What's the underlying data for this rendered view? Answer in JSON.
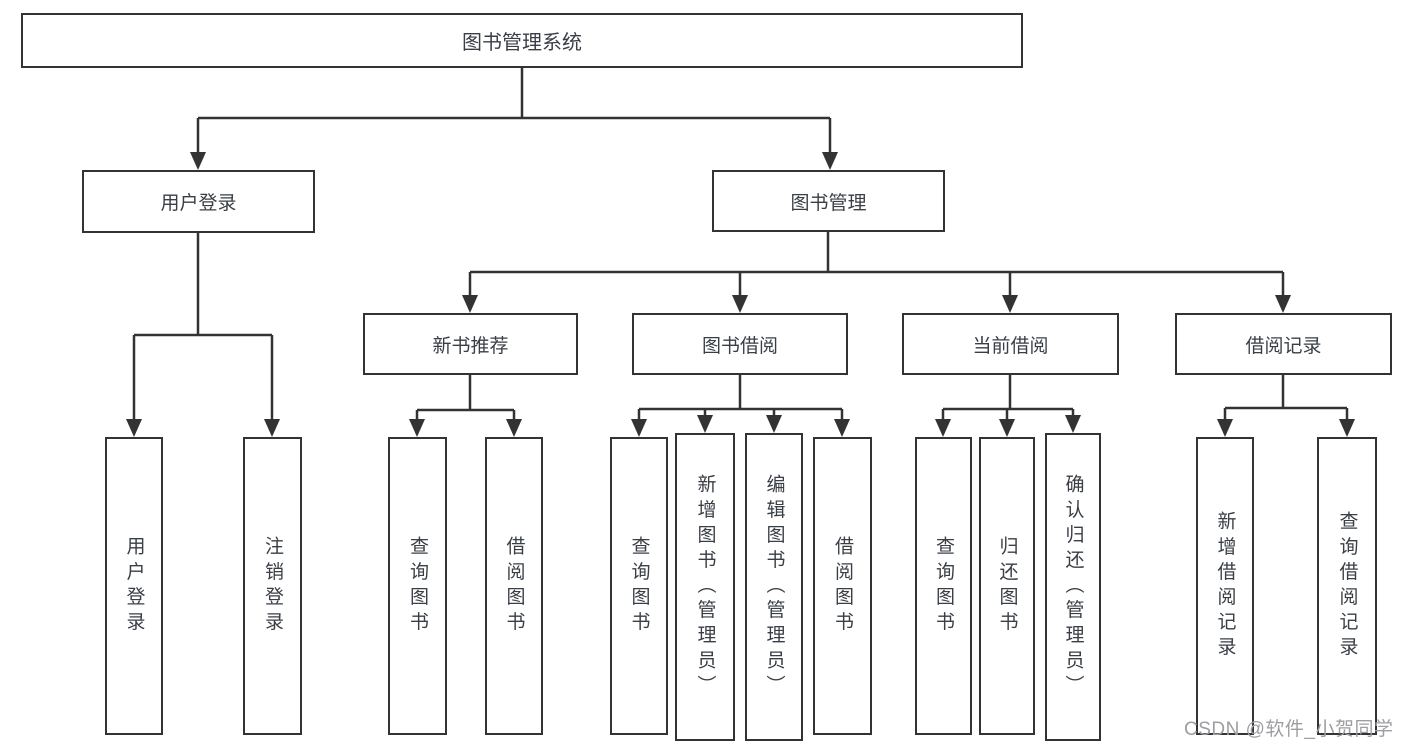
{
  "diagram": {
    "type": "hierarchy-tree",
    "root": {
      "label": "图书管理系统"
    },
    "level2": [
      {
        "label": "用户登录"
      },
      {
        "label": "图书管理"
      }
    ],
    "level3": [
      {
        "label": "新书推荐"
      },
      {
        "label": "图书借阅"
      },
      {
        "label": "当前借阅"
      },
      {
        "label": "借阅记录"
      }
    ],
    "leaves": [
      {
        "label": "用户登录",
        "parent": "用户登录"
      },
      {
        "label": "注销登录",
        "parent": "用户登录"
      },
      {
        "label": "查询图书",
        "parent": "新书推荐"
      },
      {
        "label": "借阅图书",
        "parent": "新书推荐"
      },
      {
        "label": "查询图书",
        "parent": "图书借阅"
      },
      {
        "label": "新增图书（管理员）",
        "parent": "图书借阅"
      },
      {
        "label": "编辑图书（管理员）",
        "parent": "图书借阅"
      },
      {
        "label": "借阅图书",
        "parent": "图书借阅"
      },
      {
        "label": "查询图书",
        "parent": "当前借阅"
      },
      {
        "label": "归还图书",
        "parent": "当前借阅"
      },
      {
        "label": "确认归还（管理员）",
        "parent": "当前借阅"
      },
      {
        "label": "新增借阅记录",
        "parent": "借阅记录"
      },
      {
        "label": "查询借阅记录",
        "parent": "借阅记录"
      }
    ]
  },
  "watermark": "CSDN @软件_小贺同学",
  "colors": {
    "line": "#333333",
    "box_border": "#333333",
    "text": "#3a3f46",
    "watermark": "#9e9ea2",
    "background": "#ffffff"
  }
}
